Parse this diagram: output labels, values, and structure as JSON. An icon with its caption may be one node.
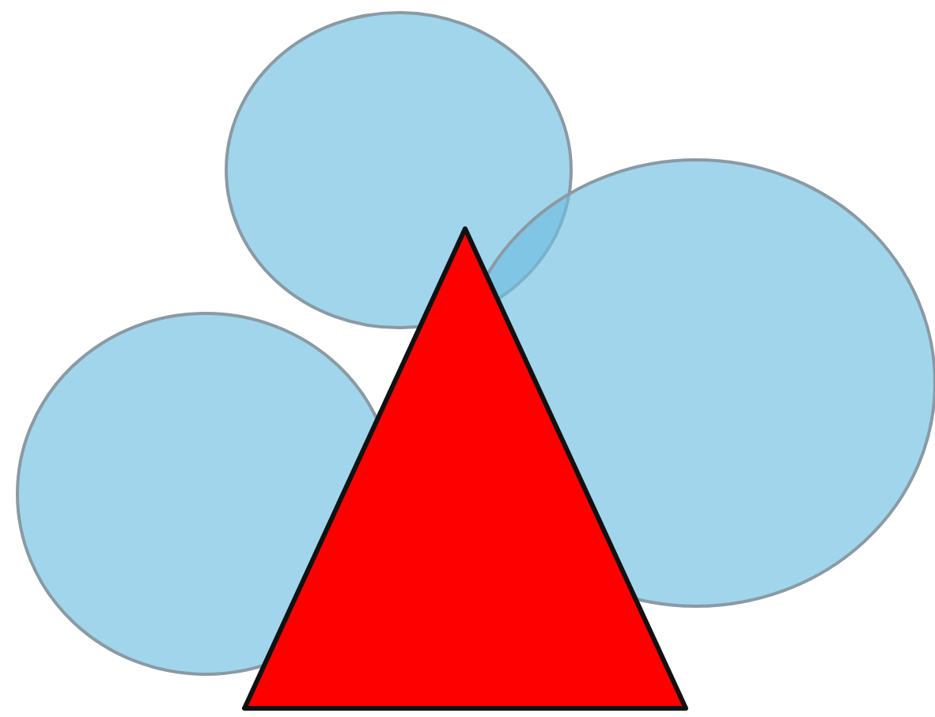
{
  "diagram": {
    "nodes": [
      {
        "text": [],
        "shape": "circle"
      },
      {
        "text": [],
        "shape": "circle"
      },
      {
        "text": [],
        "shape": "circle"
      },
      {
        "text": [],
        "shape": "triangle"
      }
    ]
  }
}
